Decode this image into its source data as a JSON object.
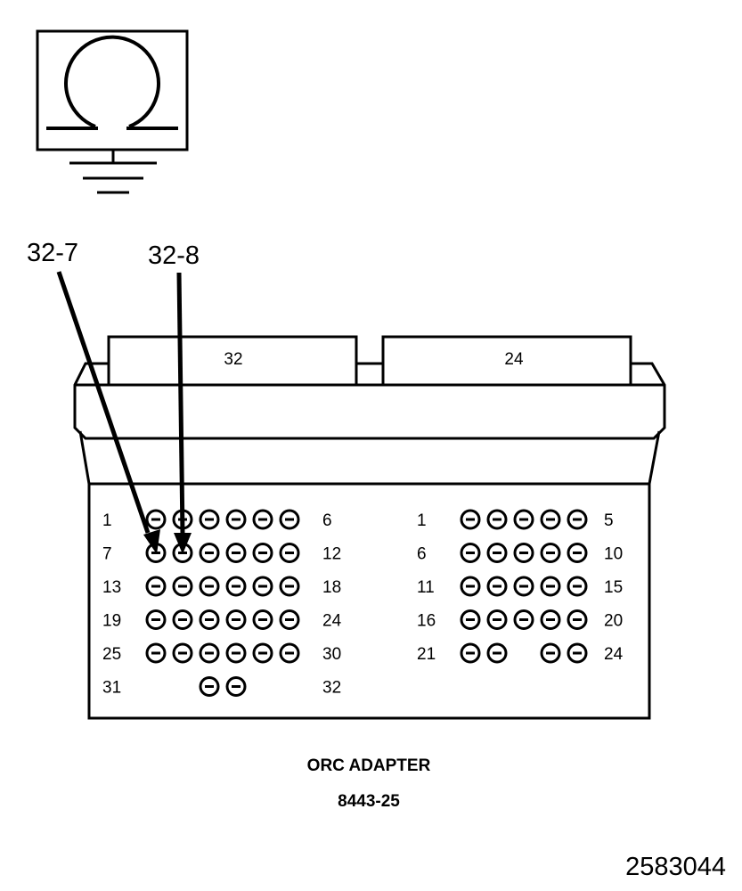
{
  "callouts": {
    "left": "32-7",
    "right": "32-8"
  },
  "connectors": {
    "left_header": "32",
    "right_header": "24"
  },
  "left_block": {
    "rows": [
      {
        "start": "1",
        "end": "6",
        "pins": [
          1,
          1,
          1,
          1,
          1,
          1
        ]
      },
      {
        "start": "7",
        "end": "12",
        "pins": [
          1,
          1,
          1,
          1,
          1,
          1
        ]
      },
      {
        "start": "13",
        "end": "18",
        "pins": [
          1,
          1,
          1,
          1,
          1,
          1
        ]
      },
      {
        "start": "19",
        "end": "24",
        "pins": [
          1,
          1,
          1,
          1,
          1,
          1
        ]
      },
      {
        "start": "25",
        "end": "30",
        "pins": [
          1,
          1,
          1,
          1,
          1,
          1
        ]
      },
      {
        "start": "31",
        "end": "32",
        "pins": [
          0,
          0,
          1,
          1,
          0,
          0
        ]
      }
    ]
  },
  "right_block": {
    "rows": [
      {
        "start": "1",
        "end": "5",
        "pins": [
          1,
          1,
          1,
          1,
          1
        ]
      },
      {
        "start": "6",
        "end": "10",
        "pins": [
          1,
          1,
          1,
          1,
          1
        ]
      },
      {
        "start": "11",
        "end": "15",
        "pins": [
          1,
          1,
          1,
          1,
          1
        ]
      },
      {
        "start": "16",
        "end": "20",
        "pins": [
          1,
          1,
          1,
          1,
          1
        ]
      },
      {
        "start": "21",
        "end": "24",
        "pins": [
          1,
          1,
          0,
          1,
          1
        ]
      }
    ]
  },
  "caption": {
    "title": "ORC ADAPTER",
    "part_number": "8443-25"
  },
  "figure_number": "2583044",
  "icons": {
    "meter": "ohmmeter-icon",
    "ground": "ground-icon"
  }
}
